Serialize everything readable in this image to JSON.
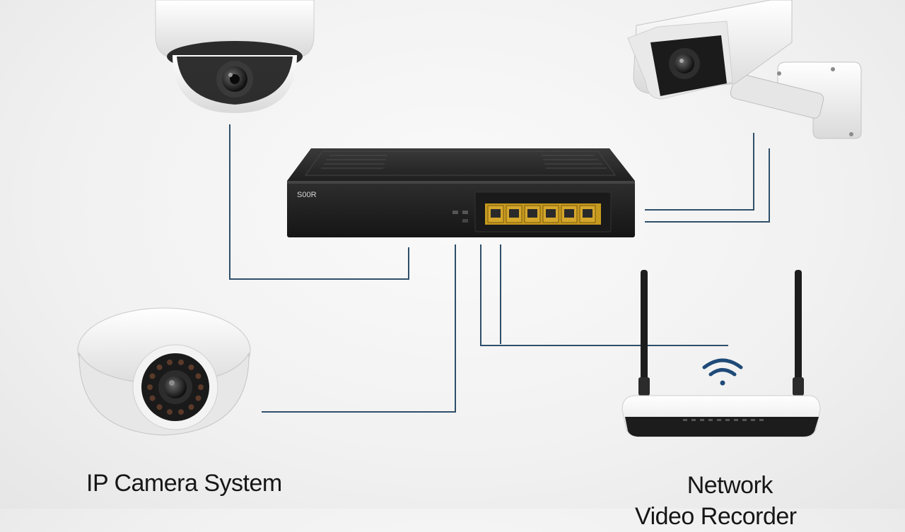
{
  "diagram": {
    "switch": {
      "brand_label": "S00R",
      "port_count": 6
    },
    "labels": {
      "left": "IP Camera System",
      "right_line1": "Network",
      "right_line2": "Video Recorder"
    }
  },
  "colors": {
    "cable": "#2f4f6a",
    "switch_body": "#2a2a2a",
    "port": "#d4a62a",
    "device_white": "#f4f4f4",
    "router_dark": "#1d1d1d"
  }
}
